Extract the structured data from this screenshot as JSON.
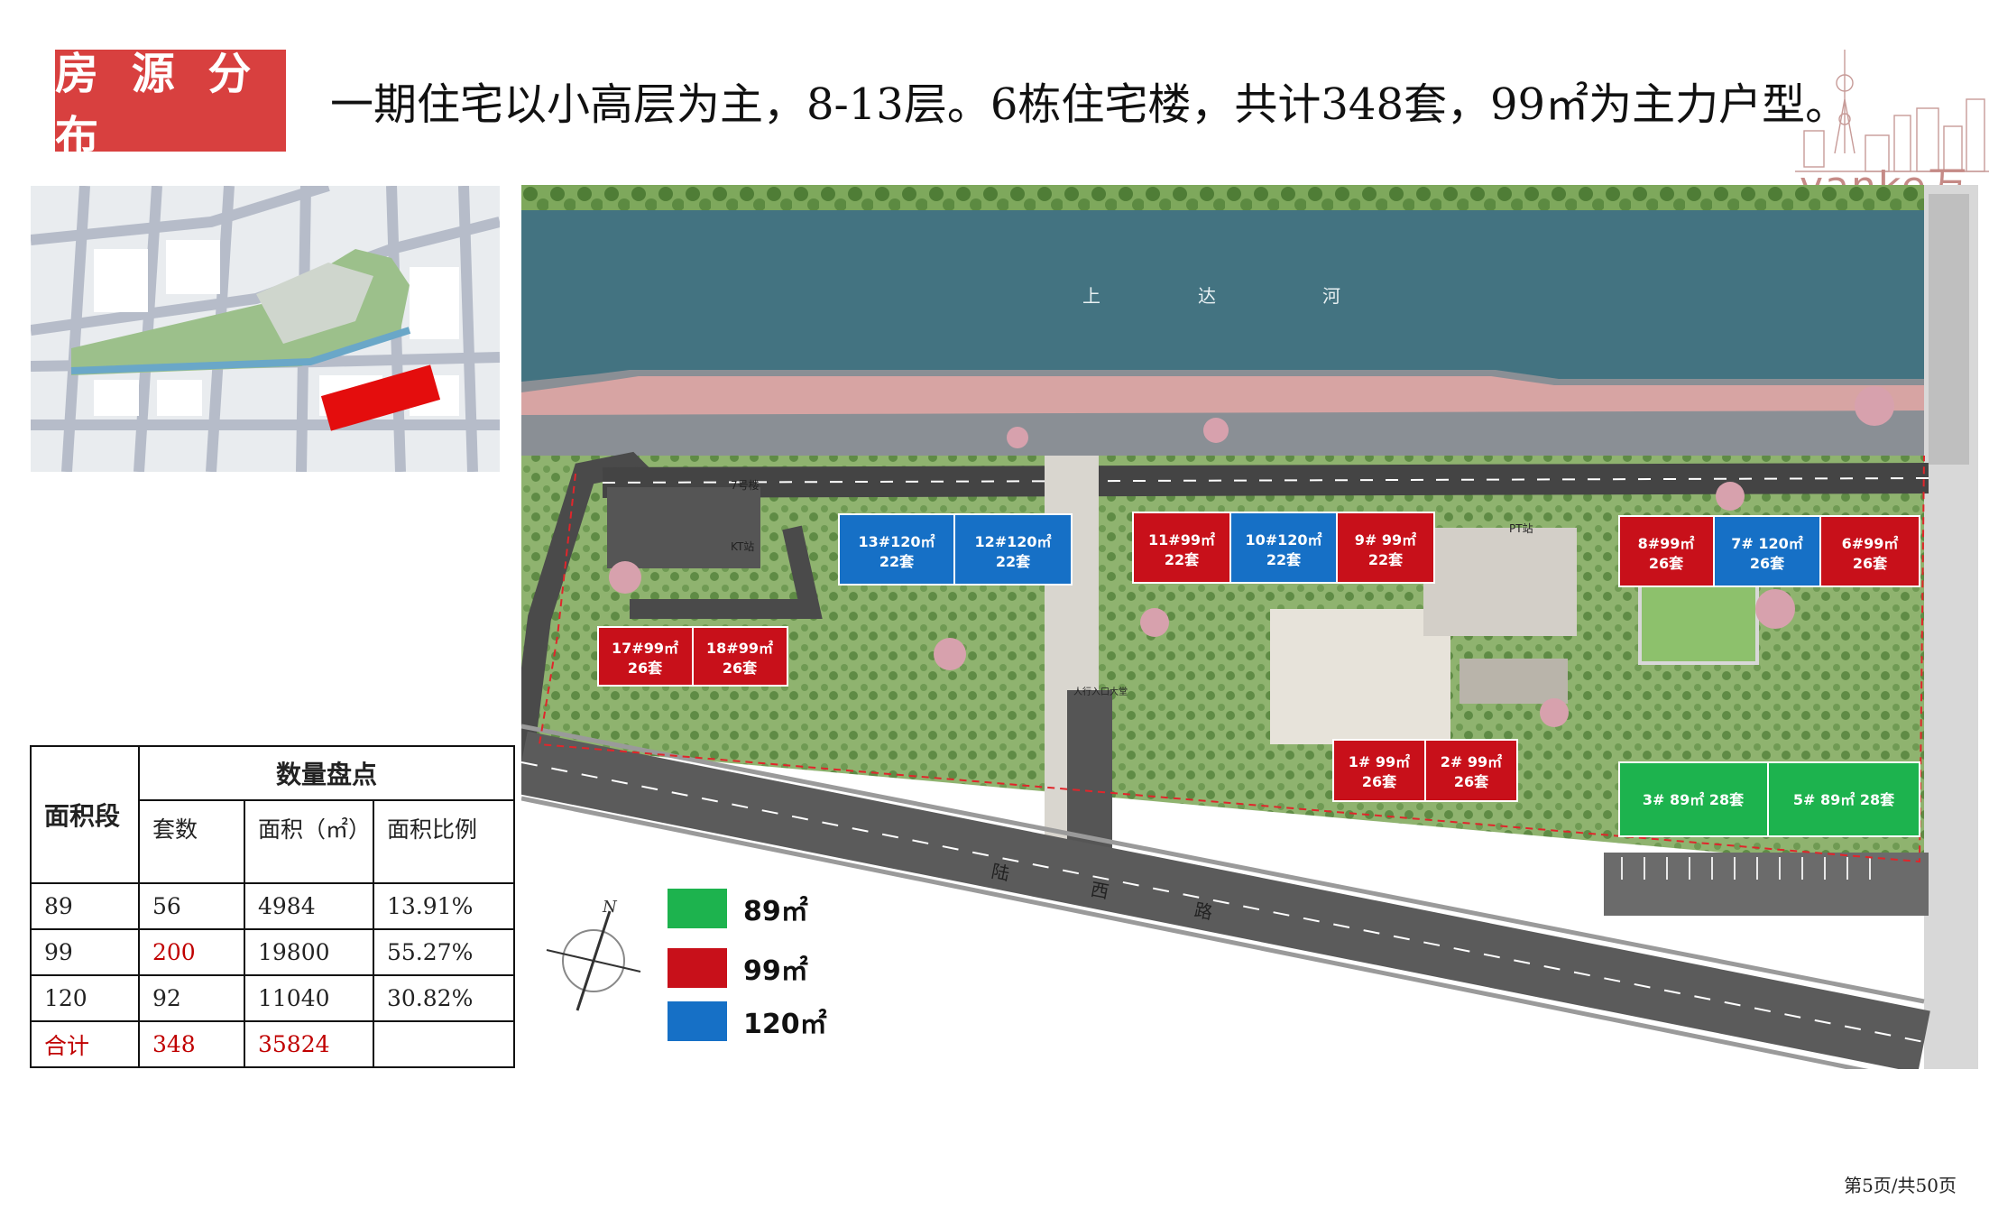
{
  "header": {
    "badge": "房 源 分 布",
    "headline": "一期住宅以小高层为主，8-13层。6栋住宅楼，共计348套，99㎡为主力户型。"
  },
  "brand": {
    "logo_text": "vanke万科"
  },
  "colors": {
    "green": "#1db34e",
    "red": "#c8101a",
    "blue": "#1670c6",
    "badge": "#d8403f",
    "water": "#3e6e7d"
  },
  "siteplan": {
    "river_label": [
      "上",
      "达",
      "河"
    ],
    "road_label": [
      "陆",
      "西",
      "路"
    ],
    "compass": "N",
    "small_labels": [
      "7号楼",
      "KT站",
      "PT站",
      "人行入口大堂"
    ],
    "buildings": [
      {
        "id": "b13",
        "type": "blue",
        "line1": "13#120㎡",
        "line2": "22套"
      },
      {
        "id": "b12",
        "type": "blue",
        "line1": "12#120㎡",
        "line2": "22套"
      },
      {
        "id": "b11",
        "type": "red",
        "line1": "11#99㎡",
        "line2": "22套"
      },
      {
        "id": "b10",
        "type": "blue",
        "line1": "10#120㎡",
        "line2": "22套"
      },
      {
        "id": "b9",
        "type": "red",
        "line1": "9# 99㎡",
        "line2": "22套"
      },
      {
        "id": "b8",
        "type": "red",
        "line1": "8#99㎡",
        "line2": "26套"
      },
      {
        "id": "b7",
        "type": "blue",
        "line1": "7# 120㎡",
        "line2": "26套"
      },
      {
        "id": "b6",
        "type": "red",
        "line1": "6#99㎡",
        "line2": "26套"
      },
      {
        "id": "b17",
        "type": "red",
        "line1": "17#99㎡",
        "line2": "26套"
      },
      {
        "id": "b18",
        "type": "red",
        "line1": "18#99㎡",
        "line2": "26套"
      },
      {
        "id": "b1",
        "type": "red",
        "line1": "1# 99㎡",
        "line2": "26套"
      },
      {
        "id": "b2",
        "type": "red",
        "line1": "2# 99㎡",
        "line2": "26套"
      },
      {
        "id": "b3",
        "type": "green",
        "line1": "3# 89㎡ 28套",
        "line2": ""
      },
      {
        "id": "b5",
        "type": "green",
        "line1": "5# 89㎡ 28套",
        "line2": ""
      }
    ]
  },
  "legend": [
    {
      "color": "green",
      "label": "89㎡"
    },
    {
      "color": "red",
      "label": "99㎡"
    },
    {
      "color": "blue",
      "label": "120㎡"
    }
  ],
  "table": {
    "range_header": "面积段",
    "group_header": "数量盘点",
    "sub_headers": [
      "套数",
      "面积（㎡）",
      "面积比例"
    ],
    "rows": [
      {
        "range": "89",
        "count": "56",
        "area": "4984",
        "ratio": "13.91%"
      },
      {
        "range": "99",
        "count": "200",
        "area": "19800",
        "ratio": "55.27%"
      },
      {
        "range": "120",
        "count": "92",
        "area": "11040",
        "ratio": "30.82%"
      }
    ],
    "total": {
      "label": "合计",
      "count": "348",
      "area": "35824",
      "ratio": ""
    }
  },
  "footer": {
    "page": "第5页/共50页"
  }
}
